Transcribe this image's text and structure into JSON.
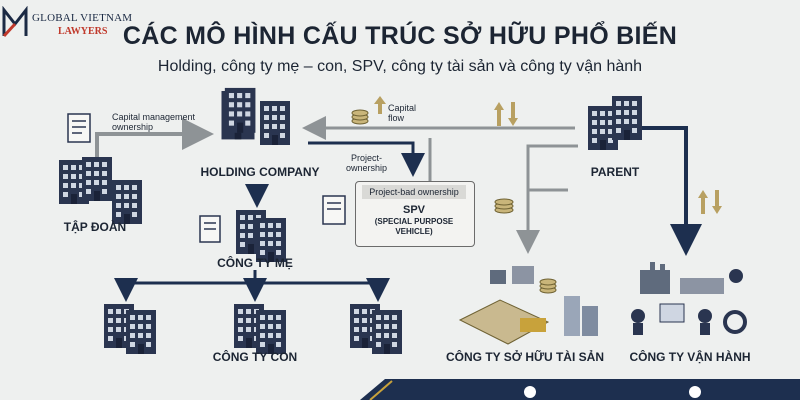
{
  "brand": {
    "name_line1": "GLOBAL VIETNAM",
    "name_line2": "LAWYERS"
  },
  "header": {
    "title": "CÁC MÔ HÌNH CẤU TRÚC SỞ HỮU PHỔ BIẾN",
    "subtitle": "Holding, công ty mẹ – con, SPV, công ty tài sản và công ty vận hành"
  },
  "labels": {
    "holding": "HOLDING COMPANY",
    "tap_doan": "TẬP ĐOÀN",
    "cong_ty_me": "CÔNG TY MẸ",
    "cong_ty_con": "CÔNG TY CON",
    "parent": "PARENT",
    "asset_company": "CÔNG TY SỞ HỮU TÀI SẢN",
    "operating_company": "CÔNG TY VẬN HÀNH"
  },
  "annotations": {
    "capital_mgmt": "Capital management\nownership",
    "capital_flow": "Capital\nflow",
    "project_ownership": "Project-\nownership"
  },
  "spv": {
    "header": "Project-bad ownership",
    "title": "SPV",
    "subtitle": "(SPECIAL PURPOSE\nVEHICLE)"
  },
  "colors": {
    "navy": "#1d2f4f",
    "gray_arrow": "#8e9396",
    "title": "#1c2533",
    "brand_red": "#c0392b"
  }
}
